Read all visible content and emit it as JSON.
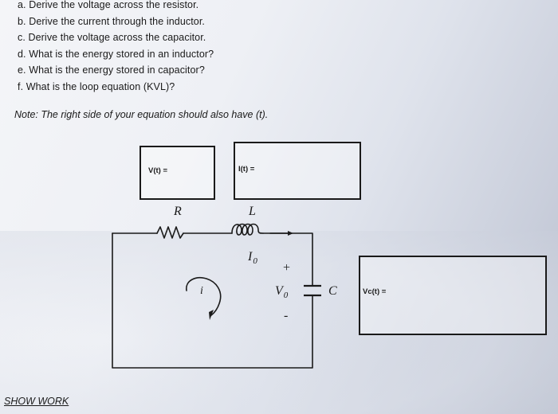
{
  "questions": [
    "a. Derive the voltage across the resistor.",
    "b. Derive the current through the inductor.",
    "c. Derive the voltage across the capacitor.",
    "d. What is the energy stored in an inductor?",
    "e. What is the energy stored in capacitor?",
    "f. What is the loop equation (KVL)?"
  ],
  "note": "Note: The right side of your equation should also have (t).",
  "boxes": {
    "v_label": "V(t) =",
    "i_label": "I(t) =",
    "vc_label": "Vc(t) ="
  },
  "circuit": {
    "resistor": "R",
    "inductor": "L",
    "current_main": "I",
    "current_sub": "0",
    "loop_current": "i",
    "cap_voltage": "V",
    "cap_voltage_sub": "0",
    "capacitor": "C",
    "plus": "+",
    "minus": "-"
  },
  "footer": "SHOW WORK"
}
